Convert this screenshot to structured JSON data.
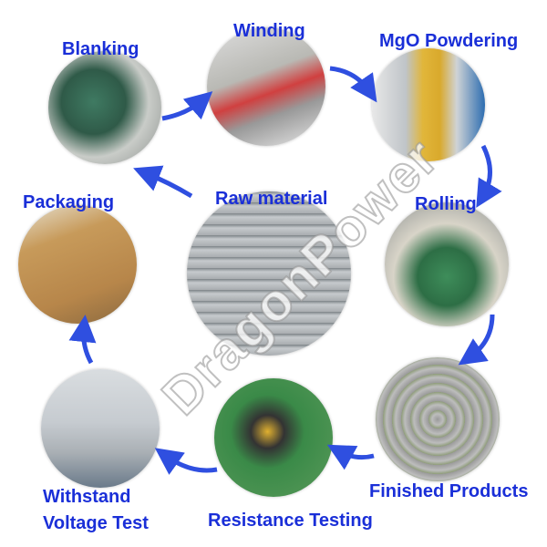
{
  "watermark": "DragonPower",
  "steps": {
    "raw": "Raw material",
    "blanking": "Blanking",
    "winding": "Winding",
    "mgo": "MgO Powdering",
    "rolling": "Rolling",
    "finished": "Finished Products",
    "resistance": "Resistance Testing",
    "withstand1": "Withstand",
    "withstand2": "Voltage Test",
    "packaging": "Packaging"
  },
  "colors": {
    "label": "#1a2fd8",
    "arrow": "#2f4fe0"
  }
}
